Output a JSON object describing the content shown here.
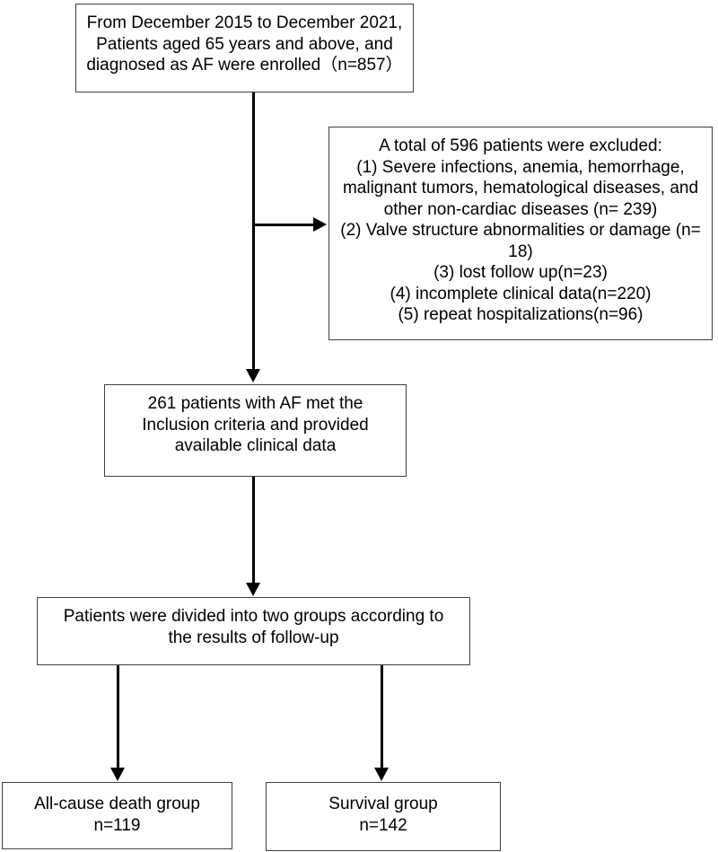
{
  "diagram": {
    "type": "flowchart",
    "colors": {
      "background": "#ffffff",
      "box_border": "#404040",
      "arrow": "#000000",
      "text": "#000000"
    },
    "boxes": {
      "enrolled": {
        "text": "From December 2015 to December 2021,\nPatients aged 65 years and above, and\ndiagnosed as AF were enrolled（n=857）",
        "n": 857
      },
      "excluded": {
        "text": "A total of 596 patients were excluded:\n(1) Severe infections, anemia, hemorrhage,\nmalignant tumors, hematological diseases, and\nother non-cardiac diseases (n= 239)\n(2) Valve structure abnormalities or damage (n=\n18)\n(3) lost follow up(n=23)\n(4) incomplete clinical data(n=220)\n(5) repeat hospitalizations(n=96)",
        "n_total_excluded": 596,
        "reasons": [
          {
            "label": "Severe infections, anemia, hemorrhage, malignant tumors, hematological diseases, and other non-cardiac diseases",
            "n": 239
          },
          {
            "label": "Valve structure abnormalities or damage",
            "n": 18
          },
          {
            "label": "lost follow up",
            "n": 23
          },
          {
            "label": "incomplete clinical data",
            "n": 220
          },
          {
            "label": "repeat hospitalizations",
            "n": 96
          }
        ]
      },
      "included": {
        "text": "261 patients with AF met the\nInclusion criteria and provided\navailable clinical data",
        "n": 261
      },
      "divided": {
        "text": "Patients were divided into two groups according to\nthe results of follow-up"
      },
      "death_group": {
        "text": "All-cause death group\nn=119",
        "n": 119
      },
      "survival_group": {
        "text": "Survival group\nn=142",
        "n": 142
      }
    }
  }
}
